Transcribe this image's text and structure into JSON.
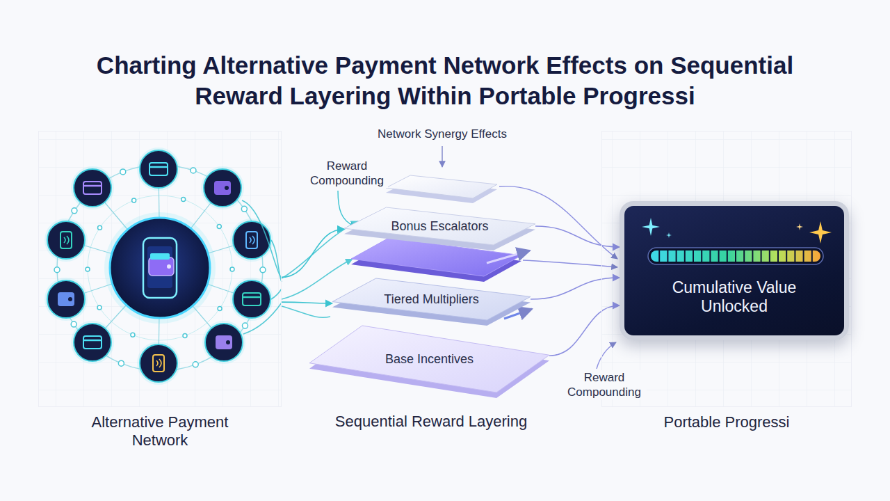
{
  "diagram": {
    "title": "Charting Alternative Payment Network Effects on Sequential Reward Layering Within Portable Progressi",
    "nodes": [
      {
        "text": [
          "Alternative Payment Network"
        ]
      },
      {
        "text": [
          "Bonus Escalators"
        ]
      },
      {
        "text": [
          "Tiered Multipliers"
        ]
      },
      {
        "text": [
          "Base Incentives"
        ]
      },
      {
        "text": [
          "Portable Progressi"
        ]
      },
      {
        "text": [
          "Cumulative Value Unlocked"
        ],
        "in": 4
      }
    ],
    "edges": [
      {
        "from": 0,
        "to": 1,
        "arrow": "to"
      },
      {
        "from": 0,
        "to": 2,
        "arrow": "to"
      },
      {
        "from": 1,
        "to": 5,
        "arrow": "to"
      },
      {
        "from": 2,
        "to": 5,
        "arrow": "to"
      },
      {
        "from": 3,
        "to": 5,
        "arrow": "to"
      }
    ],
    "labels": [
      "Network Synergy Effects",
      "Reward Compounding",
      "Reward Compounding",
      "Sequential Reward Layering"
    ]
  }
}
